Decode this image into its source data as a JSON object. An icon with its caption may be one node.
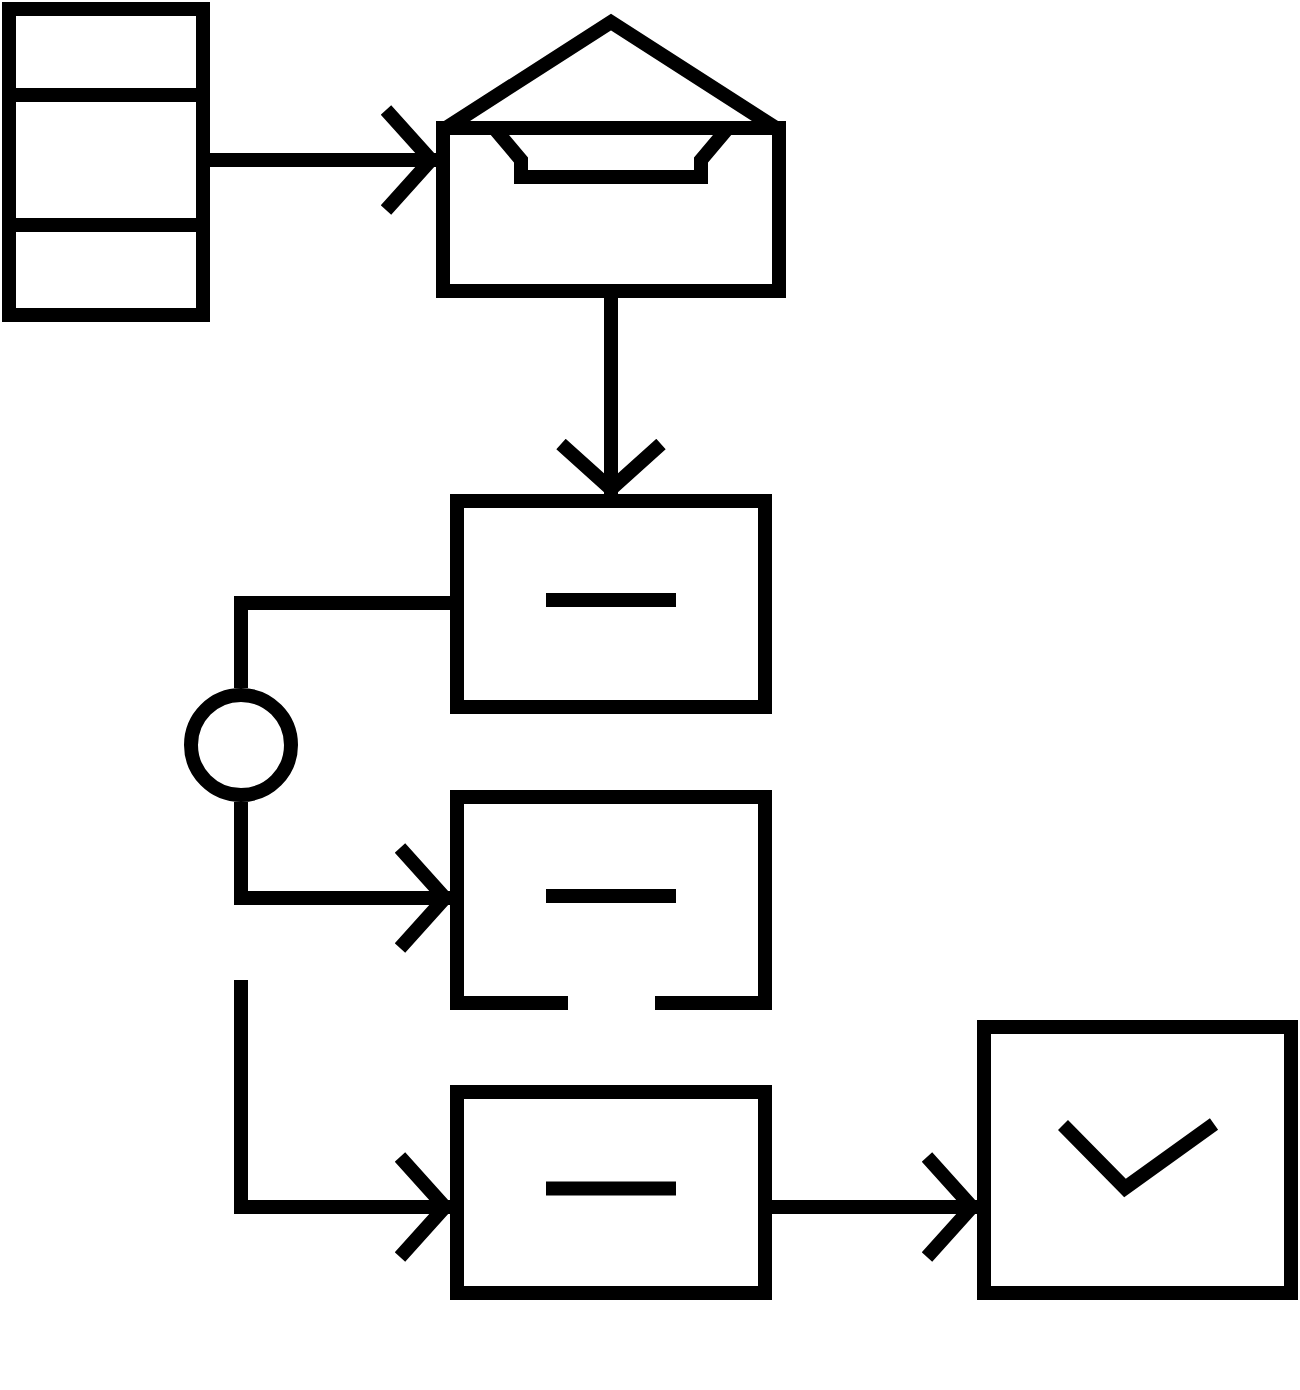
{
  "diagram": {
    "nodes": [
      {
        "text": [],
        "shape": "table"
      },
      {
        "text": [],
        "shape": "envelope"
      },
      {
        "text": [],
        "shape": "box"
      },
      {
        "text": [],
        "shape": "circle"
      },
      {
        "text": [],
        "shape": "box"
      },
      {
        "text": [],
        "shape": "box"
      },
      {
        "text": [],
        "shape": "box"
      }
    ],
    "edges": [
      {
        "from": 0,
        "to": 1,
        "arrow": "to"
      },
      {
        "from": 1,
        "to": 2,
        "arrow": "to"
      },
      {
        "from": 2,
        "to": 3,
        "arrow": "none"
      },
      {
        "from": 3,
        "to": 4,
        "arrow": "to"
      },
      {
        "from": null,
        "to": 5,
        "arrow": "to"
      },
      {
        "from": 5,
        "to": 6,
        "arrow": "to"
      }
    ]
  }
}
